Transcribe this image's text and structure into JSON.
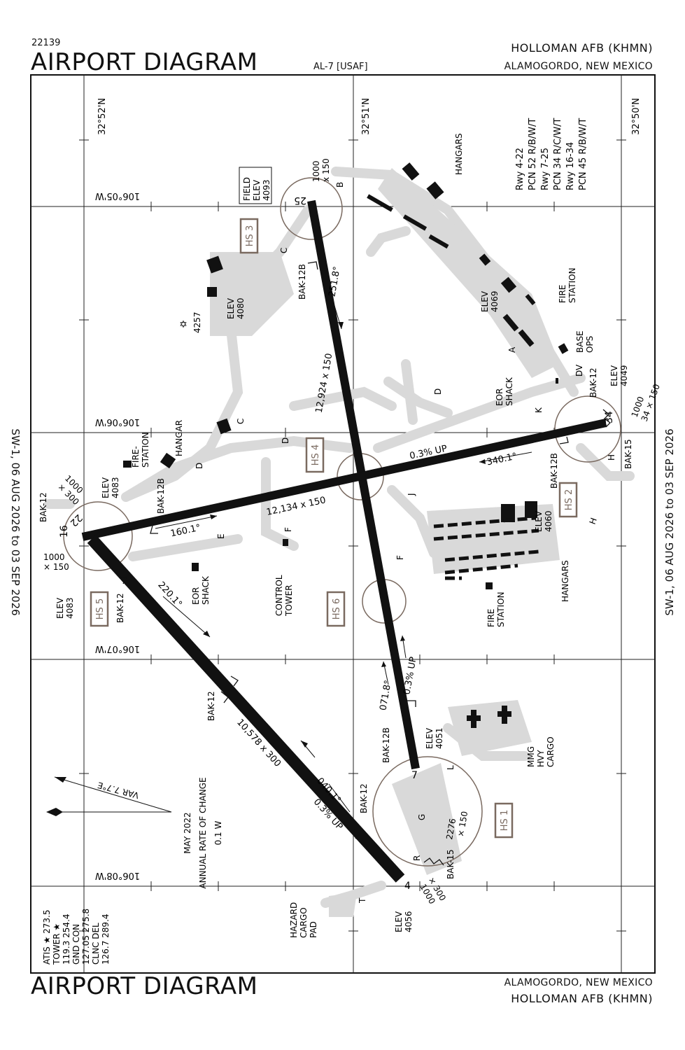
{
  "header": {
    "chart_number": "22139",
    "title": "AIRPORT DIAGRAM",
    "procedure_id": "AL-7  [USAF]",
    "airport_name": "HOLLOMAN AFB  (KHMN)",
    "city": "ALAMOGORDO, NEW MEXICO"
  },
  "footer": {
    "title": "AIRPORT DIAGRAM",
    "city": "ALAMOGORDO, NEW MEXICO",
    "airport_name": "HOLLOMAN AFB  (KHMN)"
  },
  "validity_left": "SW-1, 06 AUG 2026  to  03 SEP 2026",
  "validity_right": "SW-1,  06 AUG 2026  to  03 SEP 2026",
  "grid": {
    "latitudes": [
      "32°52'N",
      "32°51'N",
      "32°50'N"
    ],
    "longitudes": [
      "106°05'W",
      "106°06'W",
      "106°07'W",
      "106°08'W"
    ]
  },
  "runways": {
    "rwy_16_34": {
      "dims": "12,924 x 150",
      "heading_1": "251.8°",
      "heading_2": "340.1°"
    },
    "rwy_7_25": {
      "dims": "12,134 x 150",
      "slope": "0.3% UP",
      "heading": "160.1°"
    },
    "rwy_4_22": {
      "dims": "10,578 x 300",
      "heading_1": "220.1°",
      "heading_2": "040.1°",
      "slope": "0.3% UP"
    },
    "rwy_r_l": {
      "heading": "071.8°",
      "slope": "0.3% UP"
    }
  },
  "pcn": {
    "line1": "Rwy 4-22",
    "line2": "PCN 52 R/B/W/T",
    "line3": "Rwy 7-25",
    "line4": "PCN 34 R/C/W/T",
    "line5": "Rwy 16-34",
    "line6": "PCN 45 R/B/W/T"
  },
  "labels": {
    "field_elev": [
      "FIELD",
      "ELEV",
      "4093"
    ],
    "hs": [
      "HS 1",
      "HS 2",
      "HS 3",
      "HS 4",
      "HS 5",
      "HS 6"
    ],
    "elev_4080": [
      "ELEV",
      "4080"
    ],
    "elev_4069": [
      "ELEV",
      "4069"
    ],
    "elev_4049": [
      "ELEV",
      "4049"
    ],
    "elev_4083_a": [
      "ELEV",
      "4083"
    ],
    "elev_4083_b": [
      "ELEV",
      "4083"
    ],
    "elev_4060": [
      "ELEV",
      "4060"
    ],
    "elev_4051": [
      "ELEV",
      "4051"
    ],
    "elev_4056": [
      "ELEV",
      "4056"
    ],
    "obstacle": "4257",
    "hangars_top": "HANGARS",
    "hangars_bottom": "HANGARS",
    "fire_station_ne": [
      "FIRE",
      "STATION"
    ],
    "fire_station_w": [
      "FIRE-",
      "STATION"
    ],
    "fire_station_s": [
      "FIRE",
      "STATION"
    ],
    "hangar_w": "HANGAR",
    "base_ops": [
      "BASE",
      "OPS"
    ],
    "dv": "DV",
    "eor_shack_e": [
      "EOR",
      "SHACK"
    ],
    "eor_shack_w": [
      "EOR",
      "SHACK"
    ],
    "control_tower": [
      "CONTROL",
      "TOWER"
    ],
    "hazard": [
      "HAZARD",
      "CARGO",
      "PAD"
    ],
    "mmg": [
      "MMG",
      "HVY",
      "CARGO"
    ],
    "magvar": "VAR 7.7°E",
    "magvar_info": [
      "MAY 2022",
      "ANNUAL RATE OF CHANGE",
      "0.1 W"
    ],
    "bak_12": "BAK-12",
    "bak_12b": "BAK-12B",
    "bak_15": "BAK-15",
    "rwy_ends": [
      "25",
      "34",
      "7",
      "16",
      "22",
      "4"
    ],
    "end_dims": {
      "e25": [
        "1000",
        "x 150"
      ],
      "e34": [
        "1000",
        "34 × 150"
      ],
      "e22": [
        "1000",
        "× 300"
      ],
      "e16": [
        "1000",
        "× 150"
      ],
      "e4": [
        "× 300",
        "1000"
      ],
      "e7": [
        "2276",
        "× 150"
      ]
    },
    "taxiways": [
      "A",
      "B",
      "C",
      "C",
      "D",
      "D",
      "D",
      "E",
      "F",
      "F",
      "G",
      "H",
      "H",
      "J",
      "K",
      "L",
      "R",
      "T"
    ]
  },
  "frequencies": {
    "atis": "ATIS ★ 273.5",
    "tower": "TOWER ★",
    "tower_freq": "119.3  254.4",
    "gnd_con": "GND CON",
    "gnd_freq": "127.05  275.8",
    "clnc_del": "CLNC DEL",
    "clnc_freq": "126.7  289.4"
  },
  "colors": {
    "ink": "#111111",
    "taxiway_fill": "#d9d9d9",
    "hot_spot": "#7a6a60"
  }
}
